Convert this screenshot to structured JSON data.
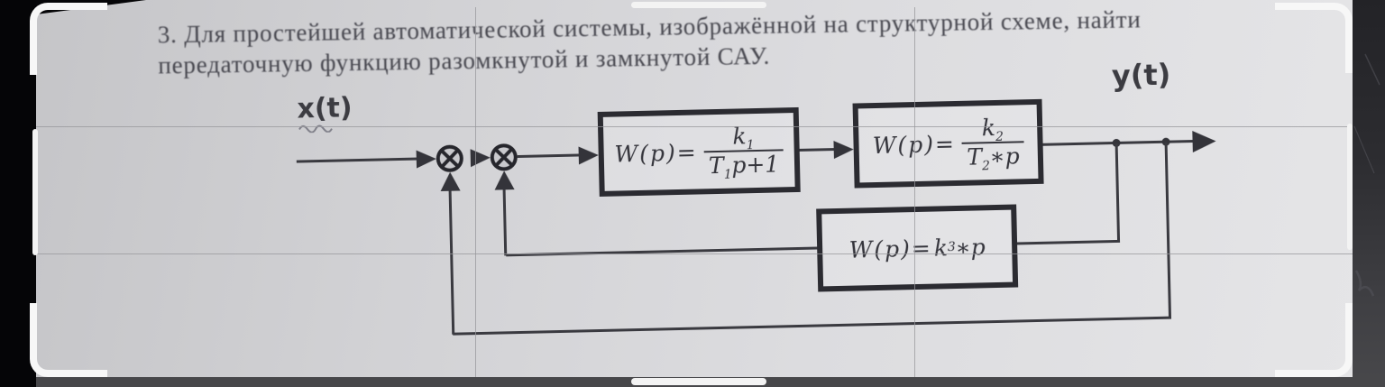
{
  "doc": {
    "title_line1": "3. Для простейшей автоматической системы, изображённой на структурной схеме, найти",
    "title_line2": "передаточную функцию разомкнутой и замкнутой САУ.",
    "diagram": {
      "input_label": "x(t)",
      "output_label": "y(t)",
      "blocks": [
        {
          "prefix": "W(p)=",
          "num_main": "k",
          "num_sub": "1",
          "den_main": "T",
          "den_sub": "1",
          "den_tail": "p+1"
        },
        {
          "prefix": "W(p)=",
          "num_main": "k",
          "num_sub": "2",
          "den_main": "T",
          "den_sub": "2",
          "den_tail": "∗p"
        },
        {
          "prefix": "W(p)=",
          "expr_main": "k",
          "expr_sub": "3",
          "expr_tail": "∗p"
        }
      ]
    }
  },
  "colors": {
    "background": "#060608",
    "paper": "#d9d9dc",
    "ink": "#35353b",
    "grid_overlay": "#97979b",
    "crop_handle": "#f7f7f7"
  }
}
